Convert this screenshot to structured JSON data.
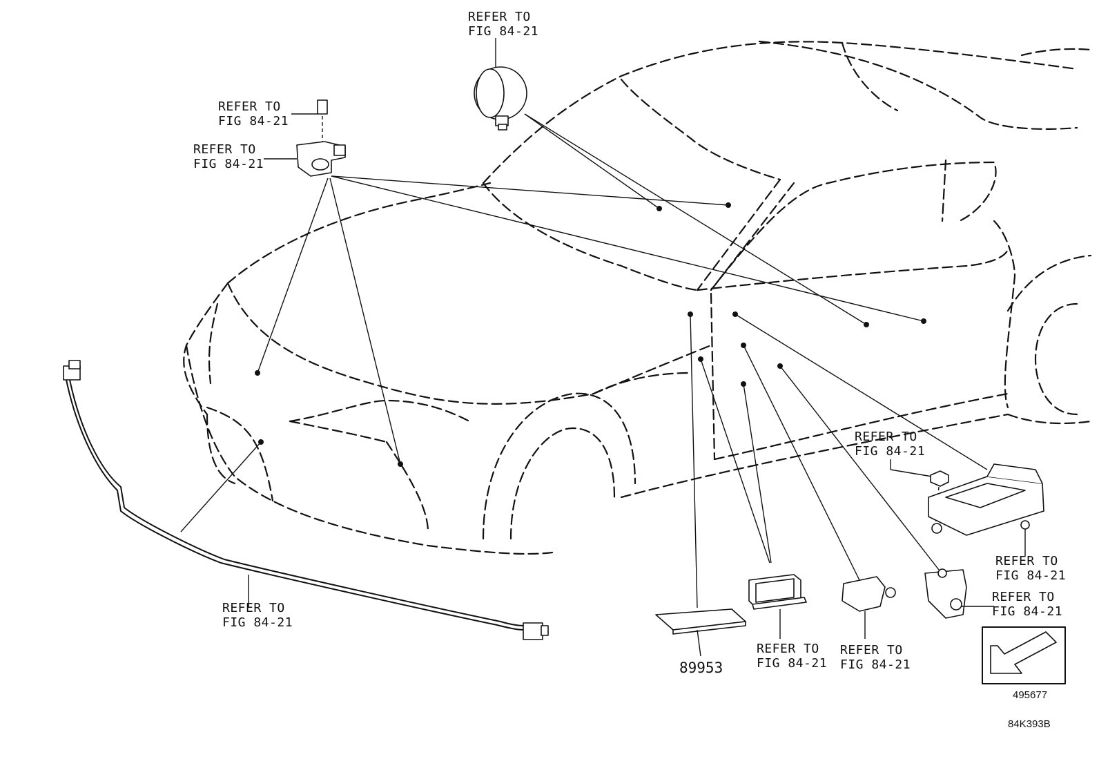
{
  "callouts": {
    "refer_top": {
      "line1": "REFER TO",
      "line2": "FIG 84-21"
    },
    "refer_bolt": {
      "line1": "REFER TO",
      "line2": "FIG 84-21"
    },
    "refer_sensor": {
      "line1": "REFER TO",
      "line2": "FIG 84-21"
    },
    "refer_harness": {
      "line1": "REFER TO",
      "line2": "FIG 84-21"
    },
    "refer_nut": {
      "line1": "REFER TO",
      "line2": "FIG 84-21"
    },
    "refer_ecu": {
      "line1": "REFER TO",
      "line2": "FIG 84-21"
    },
    "refer_bracket_right": {
      "line1": "REFER TO",
      "line2": "FIG 84-21"
    },
    "refer_switch": {
      "line1": "REFER TO",
      "line2": "FIG 84-21"
    },
    "refer_sensor_bottom": {
      "line1": "REFER TO",
      "line2": "FIG 84-21"
    }
  },
  "part_number": "89953",
  "view_code": "495677",
  "figure_code": "84K393B"
}
